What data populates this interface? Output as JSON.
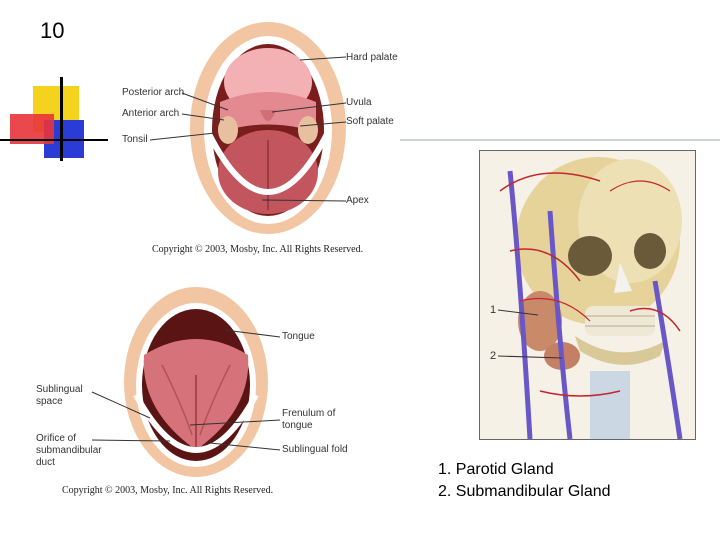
{
  "slide_number": "10",
  "top_figure": {
    "labels": {
      "hard_palate": "Hard palate",
      "posterior_arch": "Posterior arch",
      "anterior_arch": "Anterior arch",
      "tonsil": "Tonsil",
      "uvula": "Uvula",
      "soft_palate": "Soft palate",
      "apex": "Apex"
    },
    "copyright": "Copyright © 2003, Mosby, Inc. All Rights Reserved."
  },
  "bottom_figure": {
    "labels": {
      "tongue": "Tongue",
      "sublingual_space": "Sublingual space",
      "frenulum": "Frenulum of tongue",
      "orifice": "Orifice of submandibular duct",
      "sublingual_fold": "Sublingual fold"
    },
    "copyright": "Copyright © 2003, Mosby, Inc. All Rights Reserved."
  },
  "head_figure": {
    "markers": {
      "m1": "1",
      "m2": "2"
    }
  },
  "captions": {
    "line1": "1. Parotid Gland",
    "line2": "2. Submandibular Gland"
  },
  "colors": {
    "yellow": "#f5d21e",
    "red": "#e8343a",
    "blue": "#2b3bd6"
  }
}
